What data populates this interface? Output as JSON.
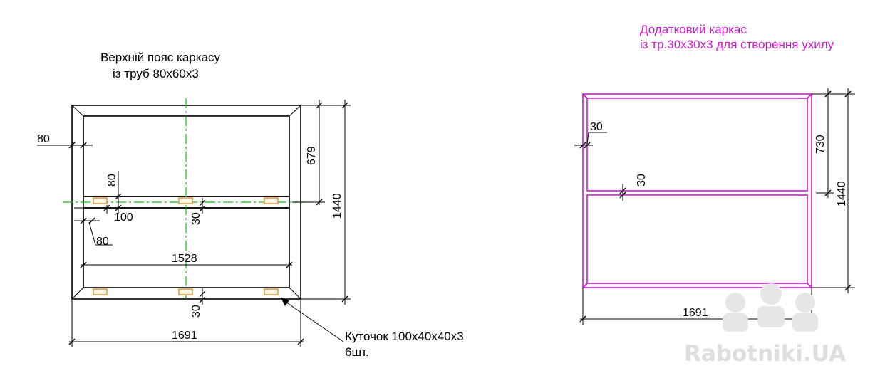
{
  "left_drawing": {
    "title_line1": "Верхній пояс каркасу",
    "title_line2": "із труб 80х60х3",
    "dim_80_left": "80",
    "dim_80_vertical": "80",
    "dim_100": "100",
    "dim_80_diag": "80",
    "dim_30_mid": "30",
    "dim_30_bottom": "30",
    "dim_1528": "1528",
    "dim_1691": "1691",
    "dim_679": "679",
    "dim_1440": "1440",
    "note_line1": "Куточок 100х40х40х3",
    "note_line2": "6шт."
  },
  "right_drawing": {
    "title_line1": "Додатковий каркас",
    "title_line2": "із тр.30х30х3 для створення ухилу",
    "dim_30_top": "30",
    "dim_30_mid": "30",
    "dim_730": "730",
    "dim_1440": "1440",
    "dim_1691": "1691",
    "accent_color": "#d018d0"
  },
  "watermark": {
    "text": "Rabotniki.UA"
  }
}
